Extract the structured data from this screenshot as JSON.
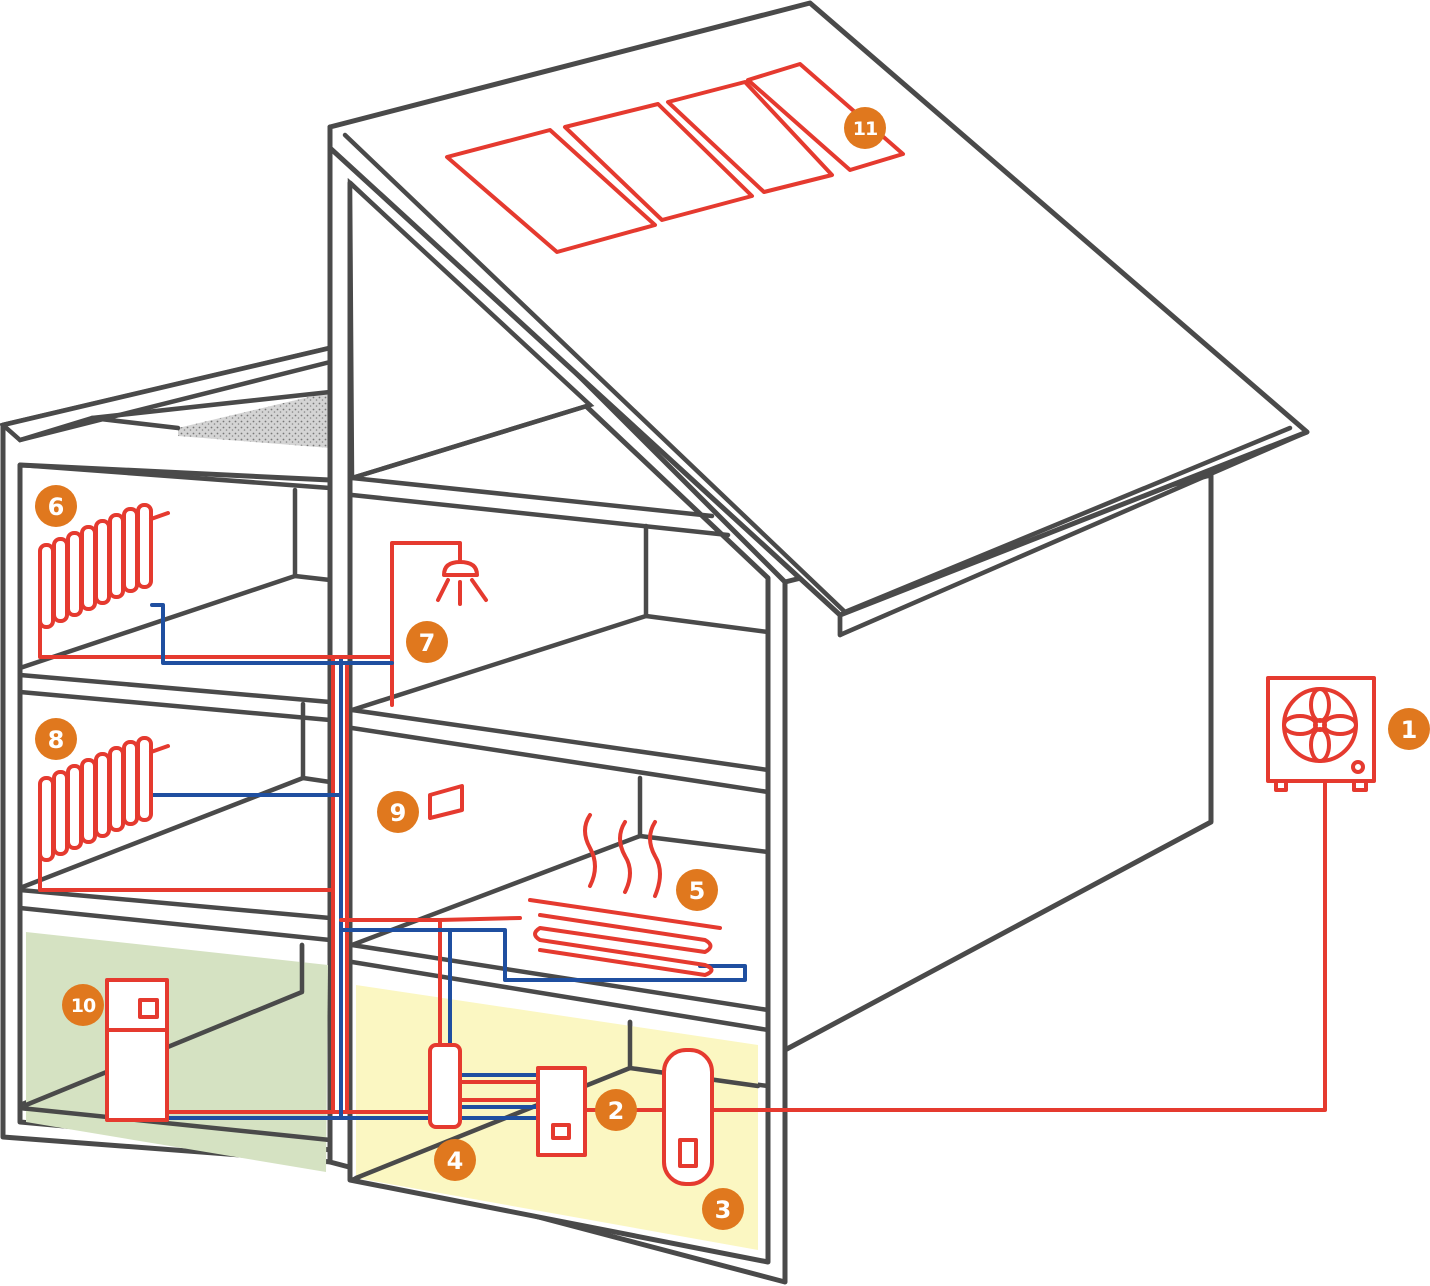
{
  "colors": {
    "hot_pipe": "#e53a2f",
    "cold_pipe": "#1f4fa0",
    "badge": "#e0781e",
    "outline": "#4a4a4a",
    "basement_left": "#d5e2c2",
    "basement_right": "#fbf7c2"
  },
  "components": [
    {
      "id": "c1",
      "number": "1",
      "icon": "heat-pump-fan-icon"
    },
    {
      "id": "c2",
      "number": "2",
      "icon": "boiler-unit-icon"
    },
    {
      "id": "c3",
      "number": "3",
      "icon": "hot-water-tank-icon"
    },
    {
      "id": "c4",
      "number": "4",
      "icon": "buffer-tank-icon"
    },
    {
      "id": "c5",
      "number": "5",
      "icon": "underfloor-heating-icon"
    },
    {
      "id": "c6",
      "number": "6",
      "icon": "radiator-icon"
    },
    {
      "id": "c7",
      "number": "7",
      "icon": "shower-icon"
    },
    {
      "id": "c8",
      "number": "8",
      "icon": "radiator-icon"
    },
    {
      "id": "c9",
      "number": "9",
      "icon": "thermostat-icon"
    },
    {
      "id": "c10",
      "number": "10",
      "icon": "ventilation-unit-icon"
    },
    {
      "id": "c11",
      "number": "11",
      "icon": "solar-panel-icon"
    }
  ]
}
